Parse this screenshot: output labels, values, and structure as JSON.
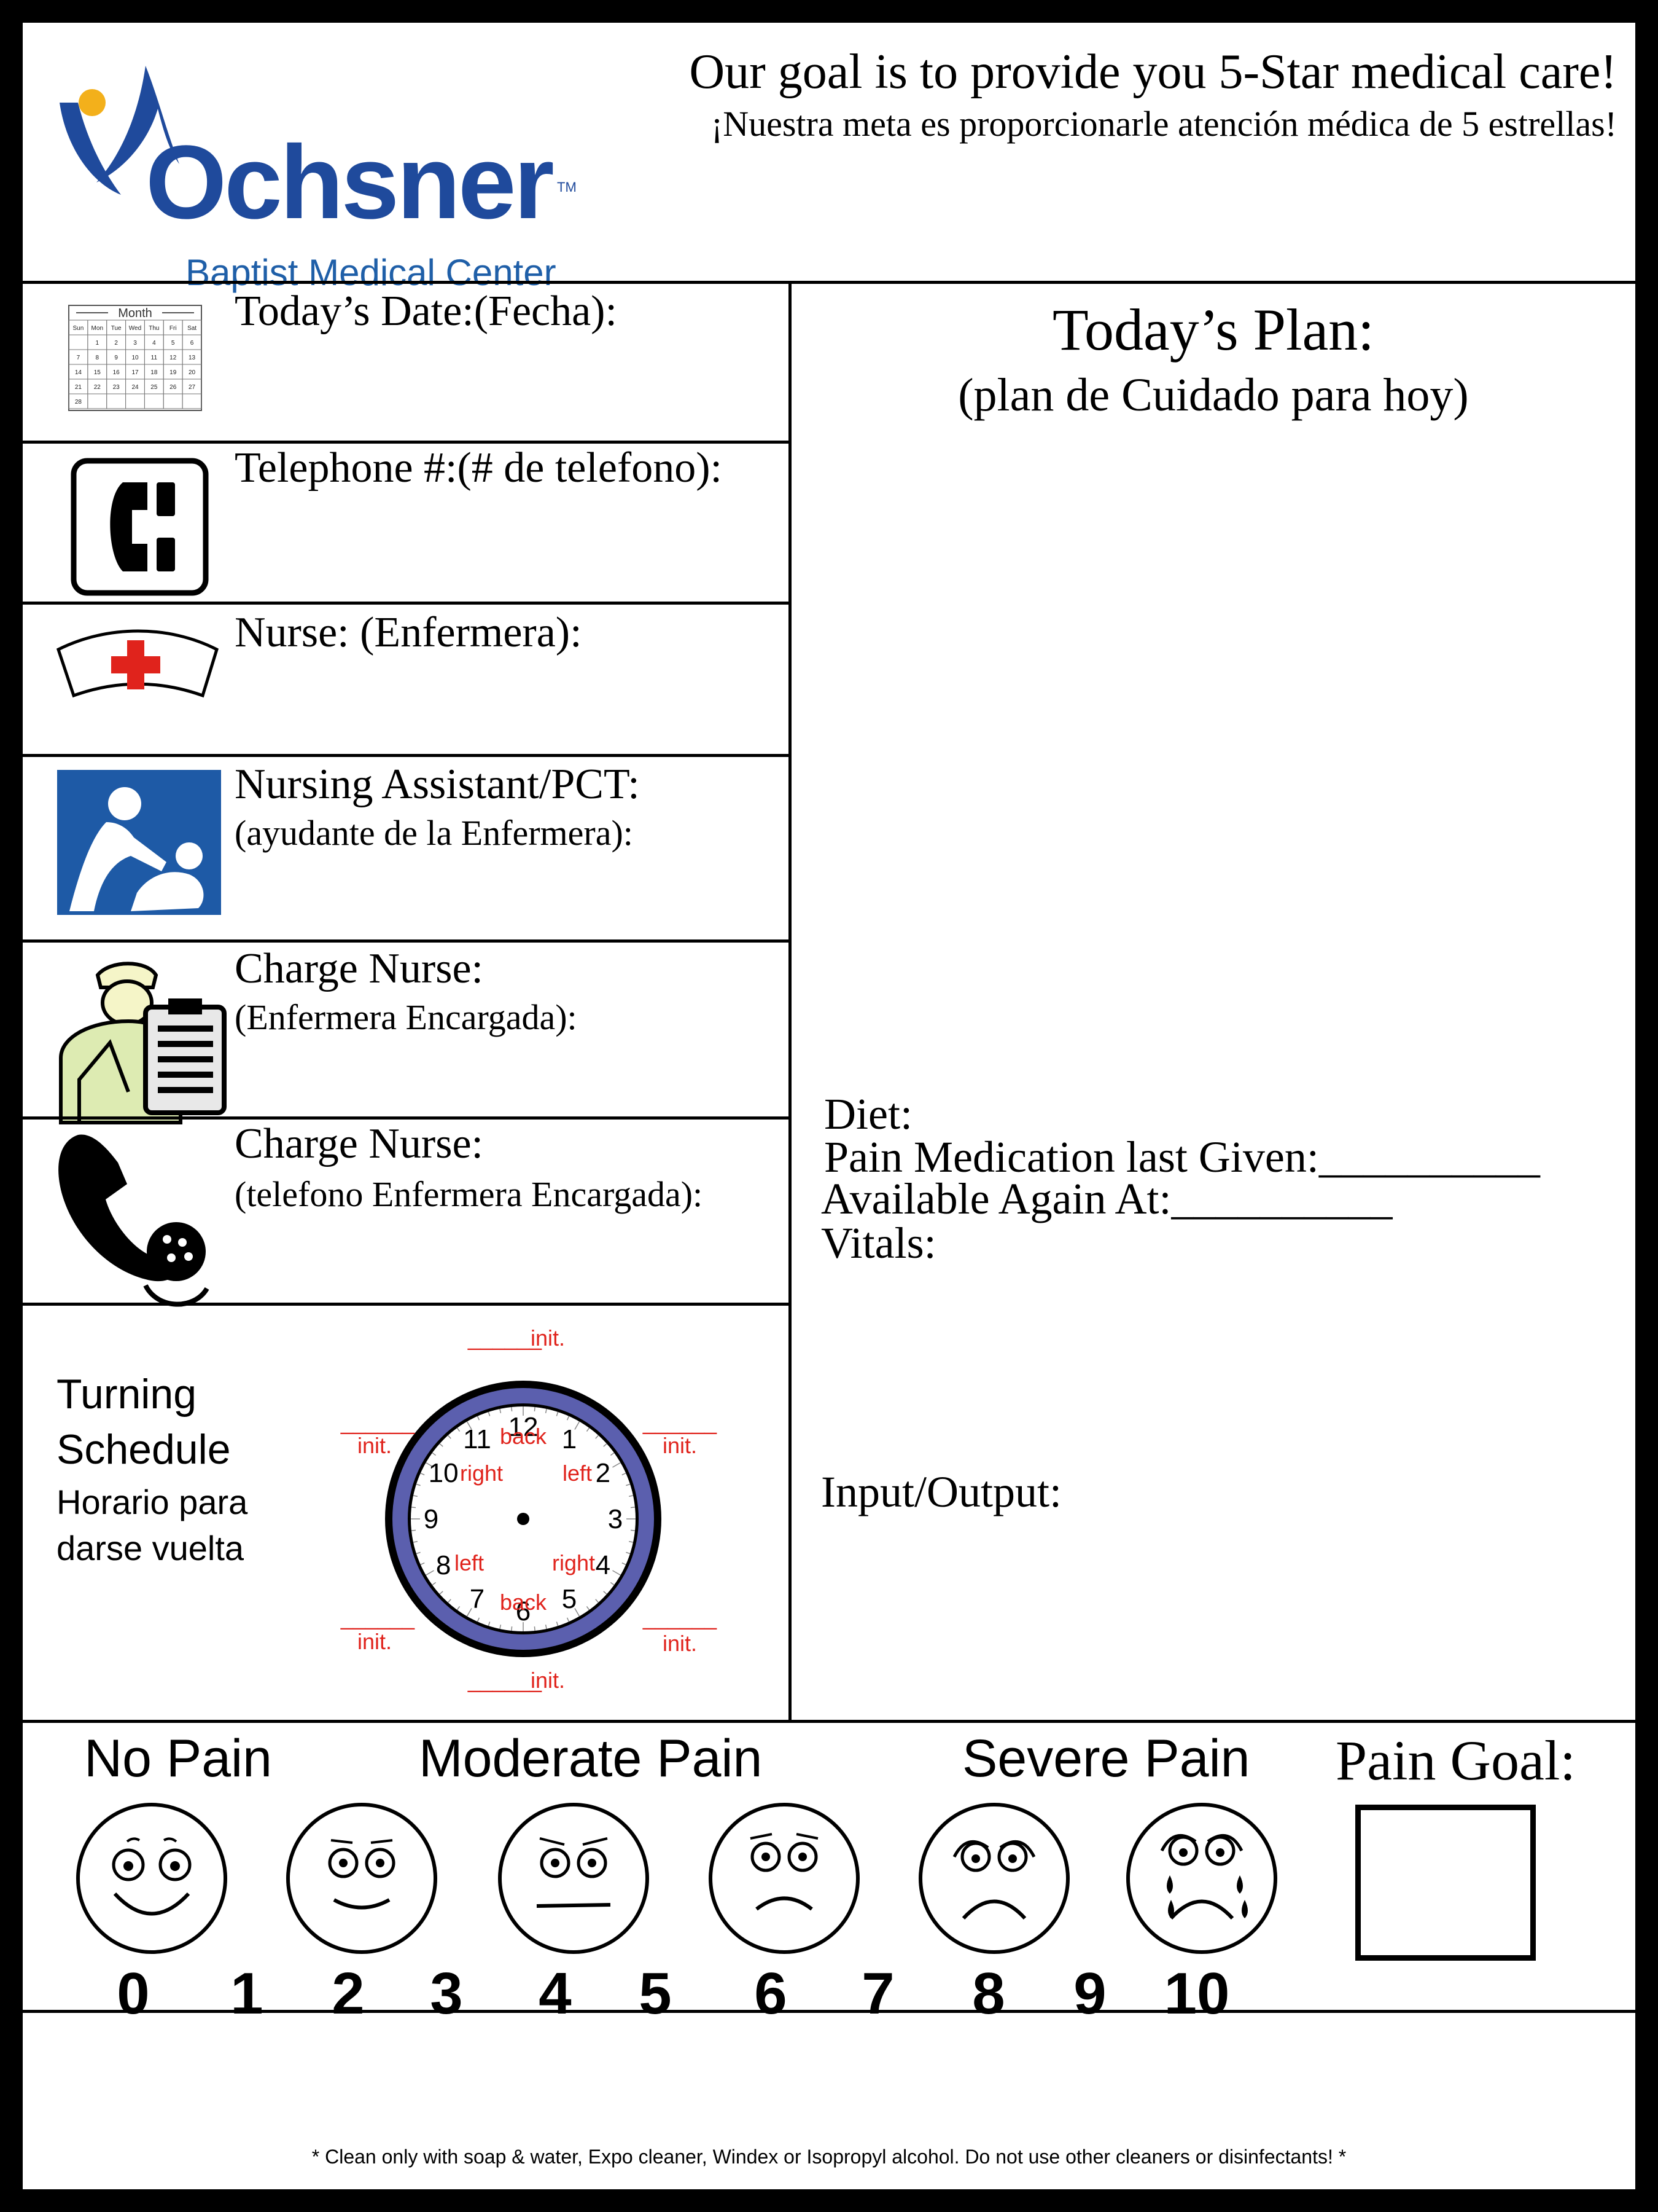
{
  "header": {
    "logo_name": "Ochsner",
    "logo_tm": "TM",
    "logo_subtitle": "Baptist Medical Center",
    "goal_en": "Our goal is to provide you 5-Star medical care!",
    "goal_es": "¡Nuestra meta es proporcionarle atención médica de 5 estrellas!"
  },
  "fields": {
    "date": {
      "label": "Today’s Date:(Fecha):",
      "icon": "calendar-icon"
    },
    "calendar": {
      "title": "Month",
      "days": [
        "Sun",
        "Mon",
        "Tue",
        "Wed",
        "Thu",
        "Fri",
        "Sat"
      ],
      "rows": [
        [
          "",
          "1",
          "2",
          "3",
          "4",
          "5",
          "6"
        ],
        [
          "7",
          "8",
          "9",
          "10",
          "11",
          "12",
          "13"
        ],
        [
          "14",
          "15",
          "16",
          "17",
          "18",
          "19",
          "20"
        ],
        [
          "21",
          "22",
          "23",
          "24",
          "25",
          "26",
          "27"
        ],
        [
          "28",
          "",
          "",
          "",
          "",
          "",
          ""
        ]
      ]
    },
    "telephone": {
      "label": "Telephone #:(# de telefono):",
      "icon": "telephone-icon"
    },
    "nurse": {
      "label": "Nurse: (Enfermera):",
      "icon": "nurse-cap-icon"
    },
    "assistant": {
      "label": "Nursing Assistant/PCT:",
      "sublabel": "(ayudante de la Enfermera):",
      "icon": "assistant-icon"
    },
    "charge_nurse": {
      "label": "Charge Nurse:",
      "sublabel": "(Enfermera Encargada):",
      "icon": "charge-nurse-icon"
    },
    "charge_phone": {
      "label": "Charge Nurse:",
      "sublabel": "(telefono Enfermera Encargada):",
      "icon": "phone-handset-icon"
    }
  },
  "turning": {
    "title_line1": "Turning",
    "title_line2": "Schedule",
    "es_line1": "Horario para",
    "es_line2": "darse vuelta",
    "init_label": "init.",
    "blank": "______",
    "numbers": [
      "12",
      "1",
      "2",
      "3",
      "4",
      "5",
      "6",
      "7",
      "8",
      "9",
      "10",
      "11"
    ],
    "positions": {
      "back_top": "back",
      "left_top": "left",
      "right_top": "right",
      "left_bottom": "left",
      "right_bottom": "right",
      "back_bottom": "back"
    },
    "colors": {
      "ring": "#5b5fae",
      "accent": "#e0231c"
    }
  },
  "plan": {
    "title": "Today’s Plan:",
    "subtitle": "(plan de Cuidado para hoy)",
    "diet": "Diet:",
    "pain_med": "Pain Medication last Given:__________",
    "available": "Available Again At:__________",
    "vitals": "Vitals:",
    "io": "Input/Output:"
  },
  "pain": {
    "no_pain": "No Pain",
    "moderate": "Moderate Pain",
    "severe": "Severe Pain",
    "goal": "Pain Goal:",
    "numbers": [
      "0",
      "1",
      "2",
      "3",
      "4",
      "5",
      "6",
      "7",
      "8",
      "9",
      "10"
    ]
  },
  "footer": {
    "note": "* Clean only with soap & water, Expo cleaner, Windex or Isopropyl alcohol.  Do not use other cleaners or disinfectants! *"
  }
}
